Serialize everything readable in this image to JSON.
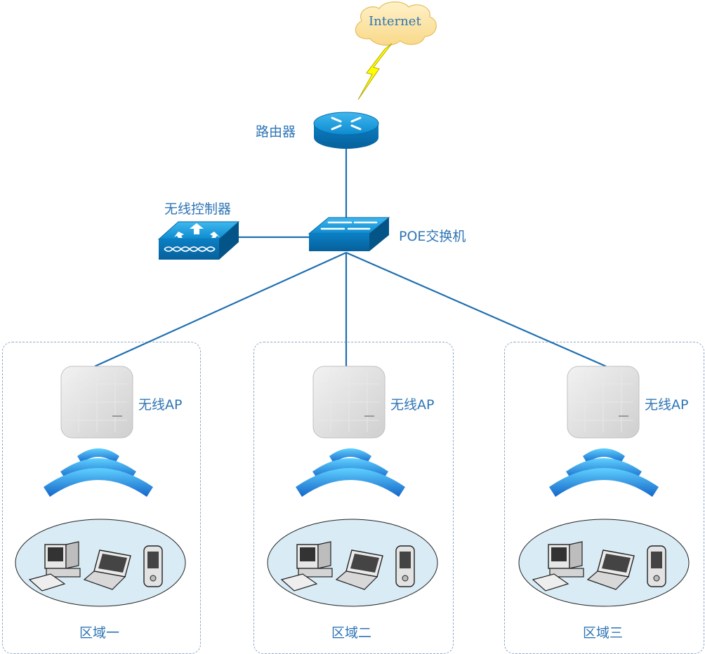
{
  "nodes": {
    "internet": {
      "label": "Internet"
    },
    "router": {
      "label": "路由器"
    },
    "controller": {
      "label": "无线控制器"
    },
    "switch": {
      "label": "POE交换机"
    }
  },
  "zones": [
    {
      "ap_label": "无线AP",
      "zone_label": "区域一"
    },
    {
      "ap_label": "无线AP",
      "zone_label": "区域二"
    },
    {
      "ap_label": "无线AP",
      "zone_label": "区域三"
    }
  ],
  "colors": {
    "link": "#1f6fb0",
    "label": "#2e74b5",
    "cloud": "#fde5a8",
    "device_blue": "#1a9fe0",
    "zone_border": "#8fa9c9",
    "ellipse_fill": "#d9ebf5",
    "lightning": "#ffff00"
  }
}
